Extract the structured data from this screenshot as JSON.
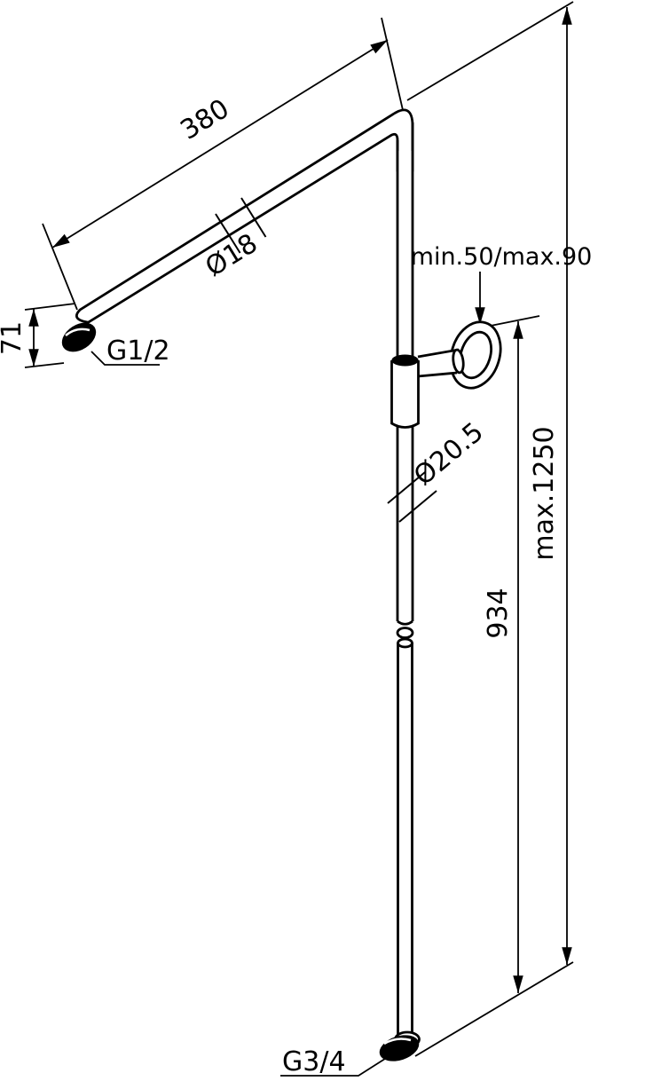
{
  "drawing": {
    "labels": {
      "arm_length": "380",
      "arm_diameter": "Ø18",
      "arm_offset": "71",
      "arm_thread": "G1/2",
      "bracket_distance": "min.50/max.90",
      "riser_diameter": "Ø20.5",
      "riser_length": "934",
      "total_height": "max.1250",
      "bottom_thread": "G3/4"
    },
    "colors": {
      "line": "#000000",
      "background": "#ffffff"
    }
  }
}
